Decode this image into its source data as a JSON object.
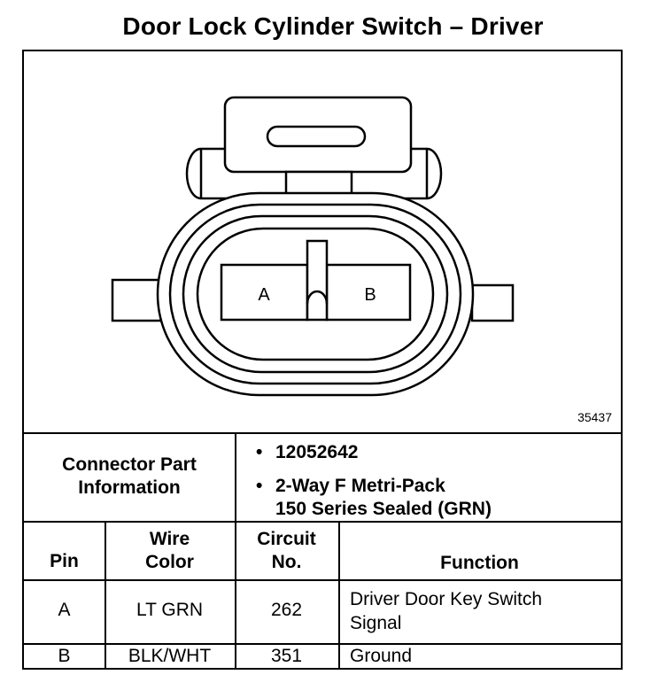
{
  "title": "Door Lock Cylinder Switch – Driver",
  "figure_number": "35437",
  "connector": {
    "pin_a": "A",
    "pin_b": "B"
  },
  "part_info": {
    "label_line1": "Connector Part",
    "label_line2": "Information",
    "bullet": "•",
    "part_number": "12052642",
    "description_line1": "2-Way F Metri-Pack",
    "description_line2": "150 Series Sealed (GRN)"
  },
  "table": {
    "headers": {
      "pin": "Pin",
      "wire_color_line1": "Wire",
      "wire_color_line2": "Color",
      "circuit_line1": "Circuit",
      "circuit_line2": "No.",
      "function": "Function"
    },
    "rows": [
      {
        "pin": "A",
        "wire_color": "LT GRN",
        "circuit": "262",
        "function_line1": "Driver Door Key Switch",
        "function_line2": "Signal"
      },
      {
        "pin": "B",
        "wire_color": "BLK/WHT",
        "circuit": "351",
        "function_line1": "Ground",
        "function_line2": ""
      }
    ]
  }
}
